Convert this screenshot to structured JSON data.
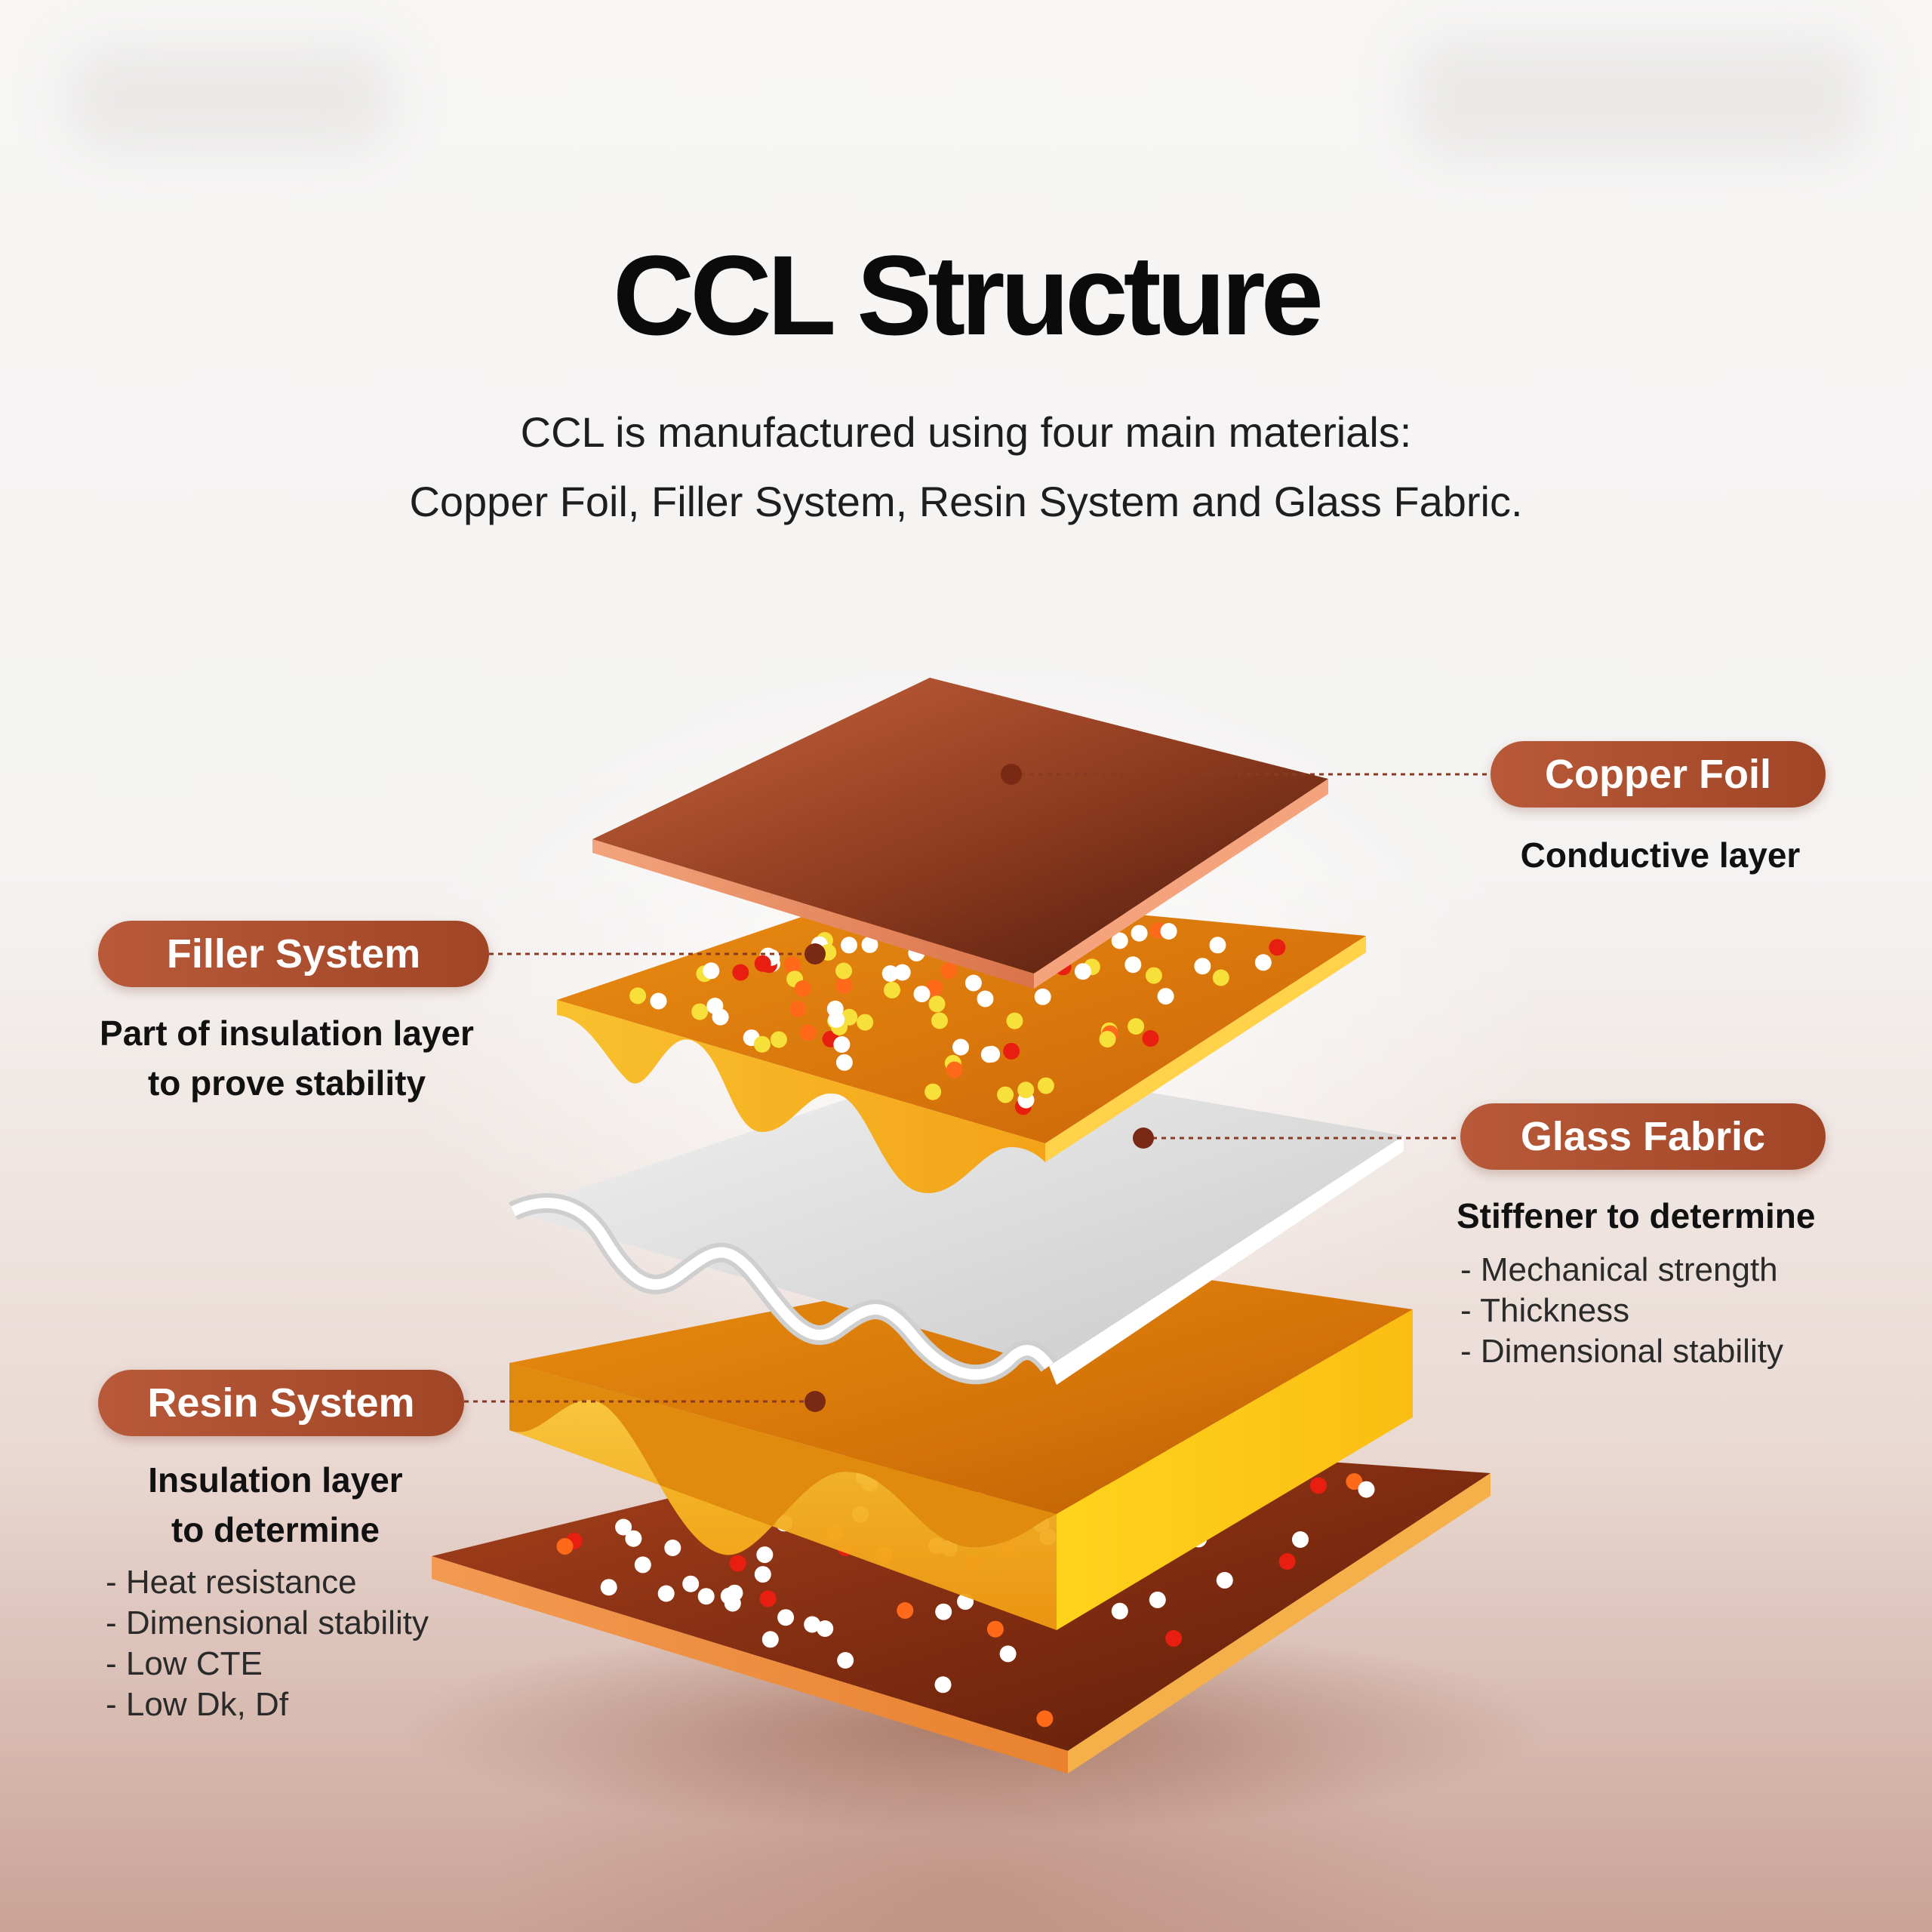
{
  "title": "CCL Structure",
  "subtitle": {
    "line1": "CCL is manufactured using four main materials:",
    "line2": "Copper Foil, Filler System, Resin System and Glass Fabric."
  },
  "layers": {
    "copper_foil": {
      "label": "Copper Foil",
      "description": "Conductive layer"
    },
    "filler_system": {
      "label": "Filler System",
      "description_line1": "Part of insulation layer",
      "description_line2": "to prove stability"
    },
    "glass_fabric": {
      "label": "Glass Fabric",
      "description": "Stiffener to determine",
      "bullets": [
        "Mechanical strength",
        "Thickness",
        "Dimensional stability"
      ]
    },
    "resin_system": {
      "label": "Resin System",
      "description_line1": "Insulation layer",
      "description_line2": "to determine",
      "bullets": [
        "Heat resistance",
        "Dimensional stability",
        "Low CTE",
        "Low Dk, Df"
      ]
    }
  },
  "colors": {
    "pill": "#a94d2e",
    "copper": "#a9502f",
    "resin": "#f0a012",
    "glass": "#d9d9d9",
    "leader_dot": "#7a2a14"
  }
}
